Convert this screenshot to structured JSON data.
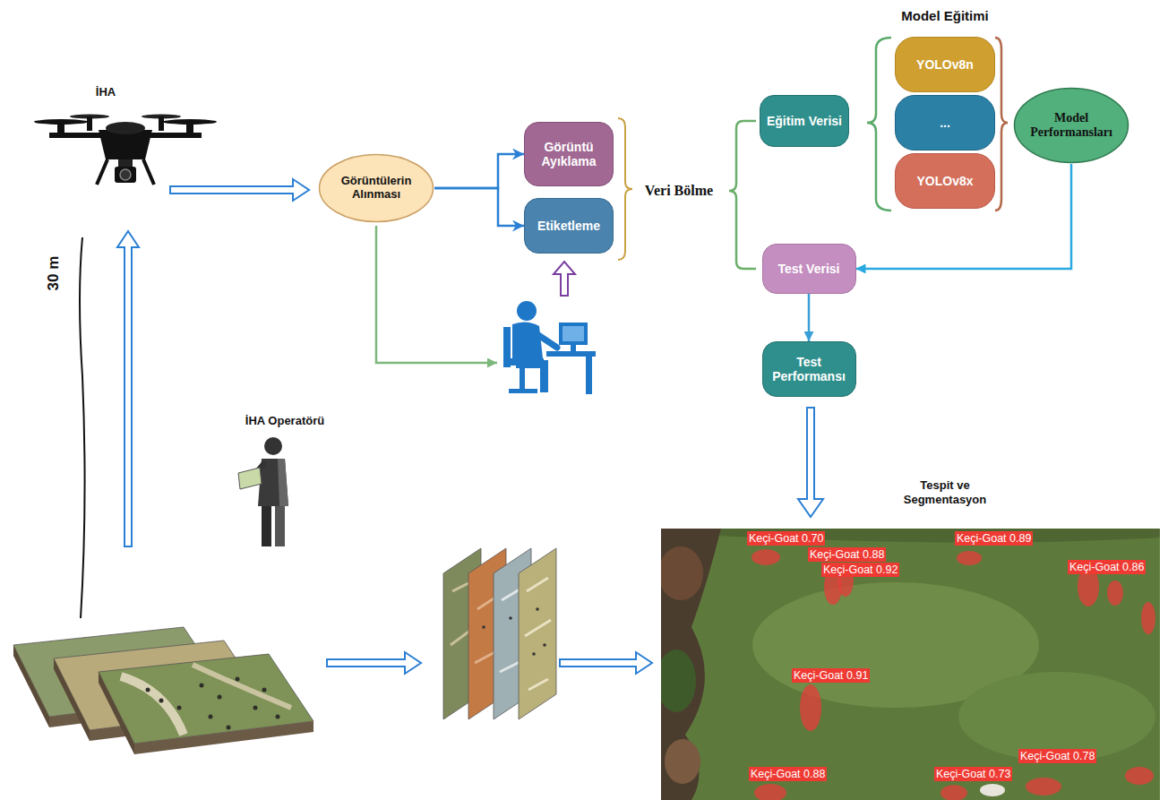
{
  "diagram": {
    "nodes": [
      {
        "text": [
          "Görüntülerin Alınması"
        ]
      },
      {
        "text": [
          "Görüntü Ayıklama"
        ]
      },
      {
        "text": [
          "Etiketleme"
        ]
      },
      {
        "text": [
          "Eğitim Verisi"
        ]
      },
      {
        "text": [
          "YOLOv8n"
        ]
      },
      {
        "text": [
          "..."
        ]
      },
      {
        "text": [
          "YOLOv8x"
        ]
      },
      {
        "text": [
          "Model Performansları"
        ]
      },
      {
        "text": [
          "Test Verisi"
        ]
      },
      {
        "text": [
          "Test Performansı"
        ]
      }
    ],
    "edges": [
      {
        "from": 0,
        "to": 1,
        "arrow": "to"
      },
      {
        "from": 0,
        "to": 2,
        "arrow": "to"
      },
      {
        "from": 7,
        "to": 8,
        "arrow": "to"
      },
      {
        "from": 8,
        "to": 9,
        "arrow": "to"
      }
    ],
    "labels": [
      "Model Eğitimi",
      "İHA",
      "Veri Bölme",
      "30 m",
      "İHA Operatörü",
      "Tespit ve Segmentasyon",
      "Keçi-Goat 0.70",
      "Keçi-Goat 0.88",
      "Keçi-Goat 0.92",
      "Keçi-Goat 0.89",
      "Keçi-Goat 0.86",
      "Keçi-Goat 0.91",
      "Keçi-Goat 0.88",
      "Keçi-Goat 0.73",
      "Keçi-Goat 0.78"
    ]
  }
}
